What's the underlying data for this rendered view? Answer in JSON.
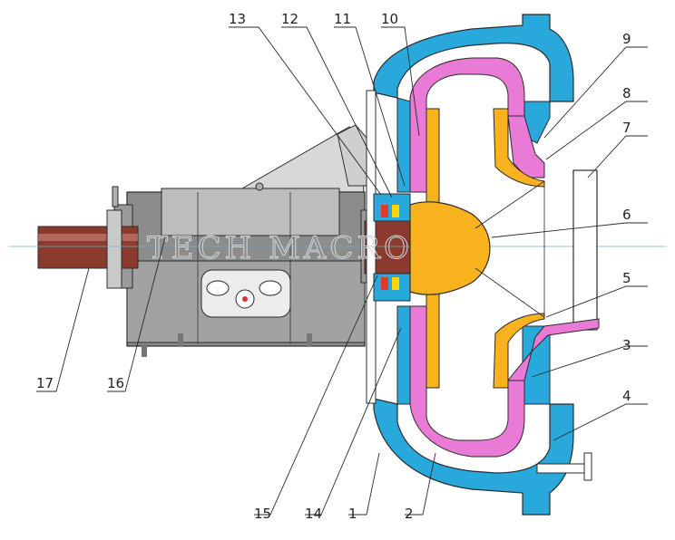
{
  "watermark_text": "TECH MACRO",
  "colors": {
    "casing_blue": "#29a8dc",
    "liner_pink": "#e97ad6",
    "impeller_orange": "#f7b21e",
    "bearing_grey": "#8c8c8c",
    "bearing_light": "#bdbdbd",
    "shaft_brown": "#8b3a2e",
    "outline": "#2b2b2b"
  },
  "callouts": [
    {
      "id": "1",
      "label": "1"
    },
    {
      "id": "2",
      "label": "2"
    },
    {
      "id": "3",
      "label": "3"
    },
    {
      "id": "4",
      "label": "4"
    },
    {
      "id": "5",
      "label": "5"
    },
    {
      "id": "6",
      "label": "6"
    },
    {
      "id": "7",
      "label": "7"
    },
    {
      "id": "8",
      "label": "8"
    },
    {
      "id": "9",
      "label": "9"
    },
    {
      "id": "10",
      "label": "10"
    },
    {
      "id": "11",
      "label": "11"
    },
    {
      "id": "12",
      "label": "12"
    },
    {
      "id": "13",
      "label": "13"
    },
    {
      "id": "14",
      "label": "14"
    },
    {
      "id": "15",
      "label": "15"
    },
    {
      "id": "16",
      "label": "16"
    },
    {
      "id": "17",
      "label": "17"
    }
  ]
}
